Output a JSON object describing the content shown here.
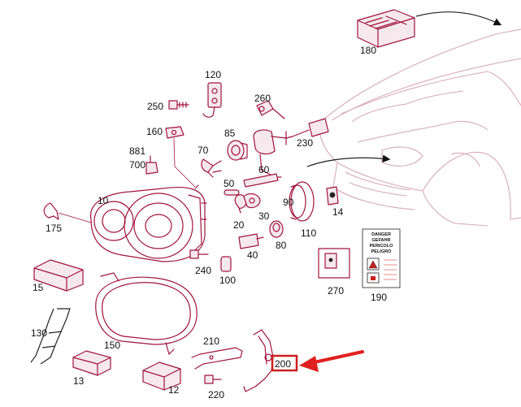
{
  "labels": {
    "p180": "180",
    "p120": "120",
    "p250": "250",
    "p260": "260",
    "p160": "160",
    "p85": "85",
    "p881": "881",
    "p700": "700",
    "p70": "70",
    "p230": "230",
    "p10": "10",
    "p50": "50",
    "p60": "60",
    "p20": "20",
    "p30": "30",
    "p175": "175",
    "p90": "90",
    "p80": "80",
    "p14": "14",
    "p110": "110",
    "p40": "40",
    "p240": "240",
    "p100": "100",
    "p15": "15",
    "p270": "270",
    "p190": "190",
    "p130": "130",
    "p150": "150",
    "p210": "210",
    "p200": "200",
    "p13": "13",
    "p12": "12",
    "p220": "220"
  },
  "warning_label": {
    "line1": "DANGER",
    "line2": "GEFAHR",
    "line3": "PERICOLO",
    "line4": "PELIGRO"
  },
  "colors": {
    "part_outline": "#a0143c",
    "car_outline": "#d7a9b9",
    "highlight_arrow": "#e0201e",
    "highlight_box": "#cc1f1f"
  },
  "highlighted_part": "200"
}
